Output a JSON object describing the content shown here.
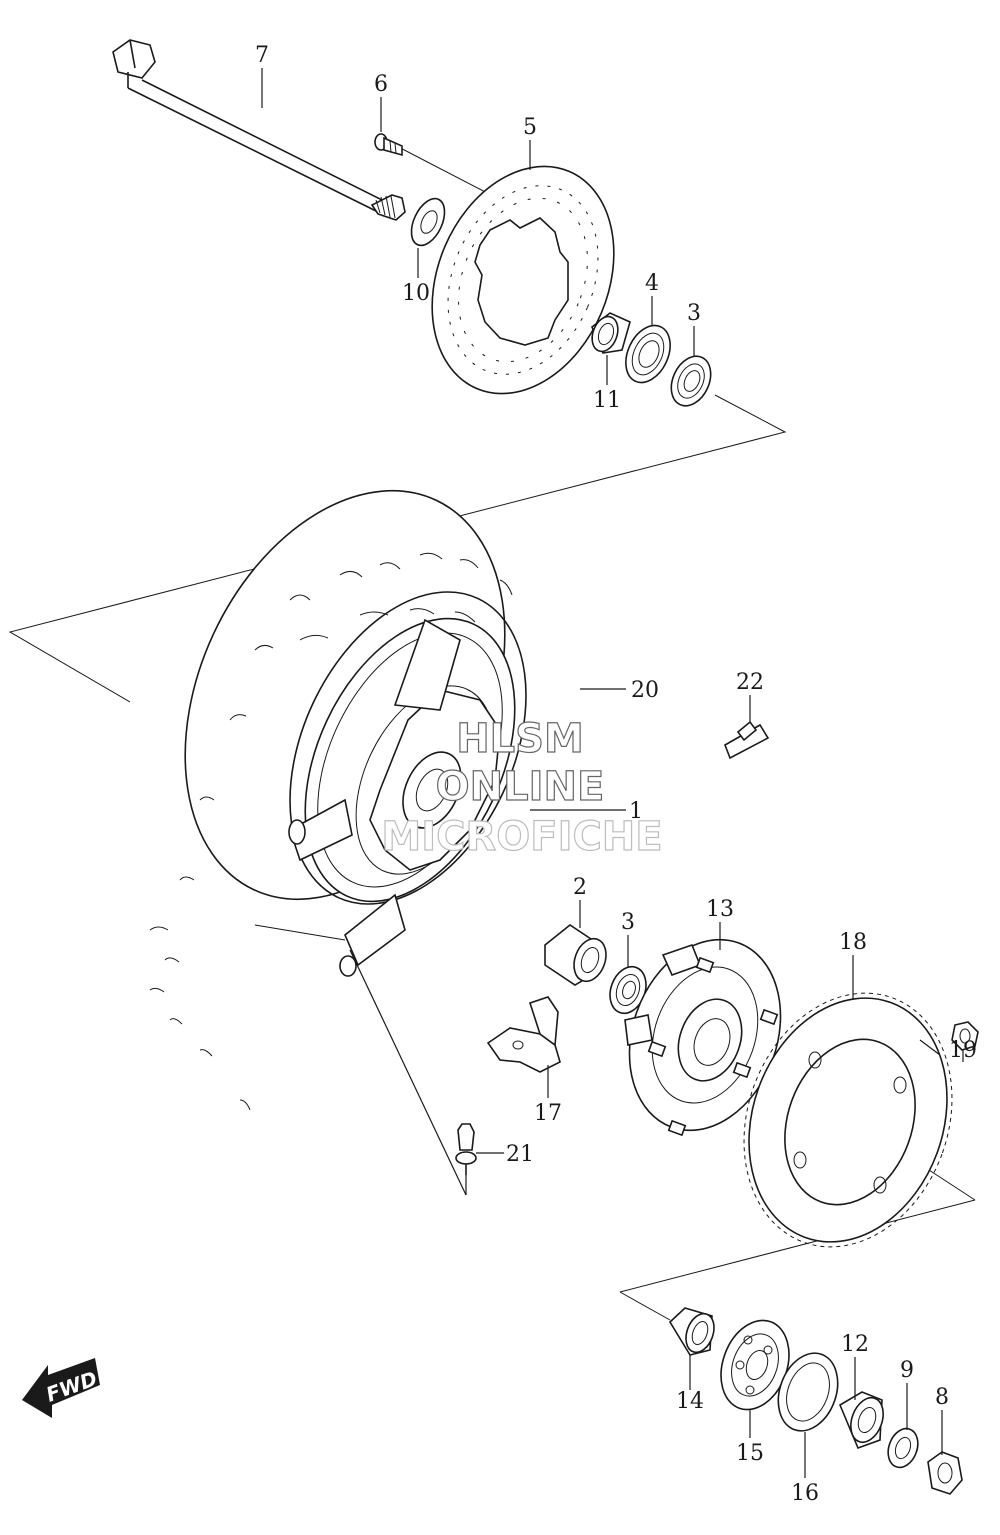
{
  "watermark": {
    "line1": "HLSM",
    "line2": "ONLINE",
    "line3": "MICROFICHE"
  },
  "direction_badge": {
    "text": "FWD",
    "icon": "forward-arrow-icon"
  },
  "callouts": [
    "1",
    "2",
    "3",
    "3",
    "4",
    "5",
    "6",
    "7",
    "8",
    "9",
    "10",
    "11",
    "12",
    "13",
    "14",
    "15",
    "16",
    "17",
    "18",
    "19",
    "20",
    "21",
    "22"
  ],
  "colors": {
    "ink": "#1a1a1a",
    "background": "#ffffff",
    "watermark_outline": "#666666"
  }
}
